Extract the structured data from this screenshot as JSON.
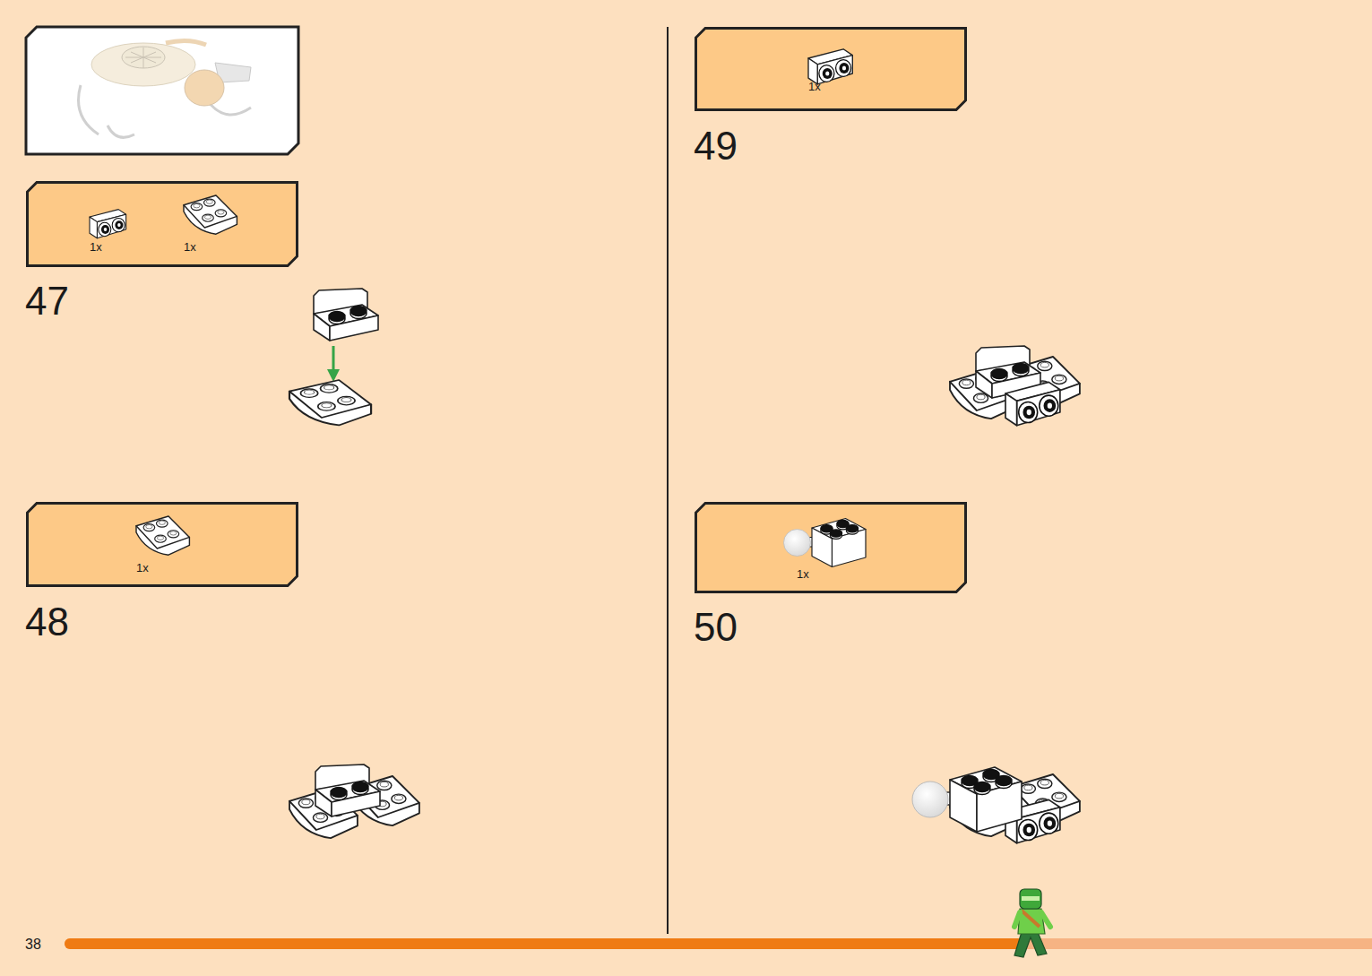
{
  "diagram": {
    "nodes": [
      {
        "text": [
          "1x",
          "1x"
        ]
      },
      {
        "text": [
          "1x"
        ]
      },
      {
        "text": [
          "1x"
        ]
      },
      {
        "text": [
          "1x"
        ]
      }
    ],
    "labels": [
      "47",
      "48",
      "49",
      "50",
      "38"
    ]
  }
}
